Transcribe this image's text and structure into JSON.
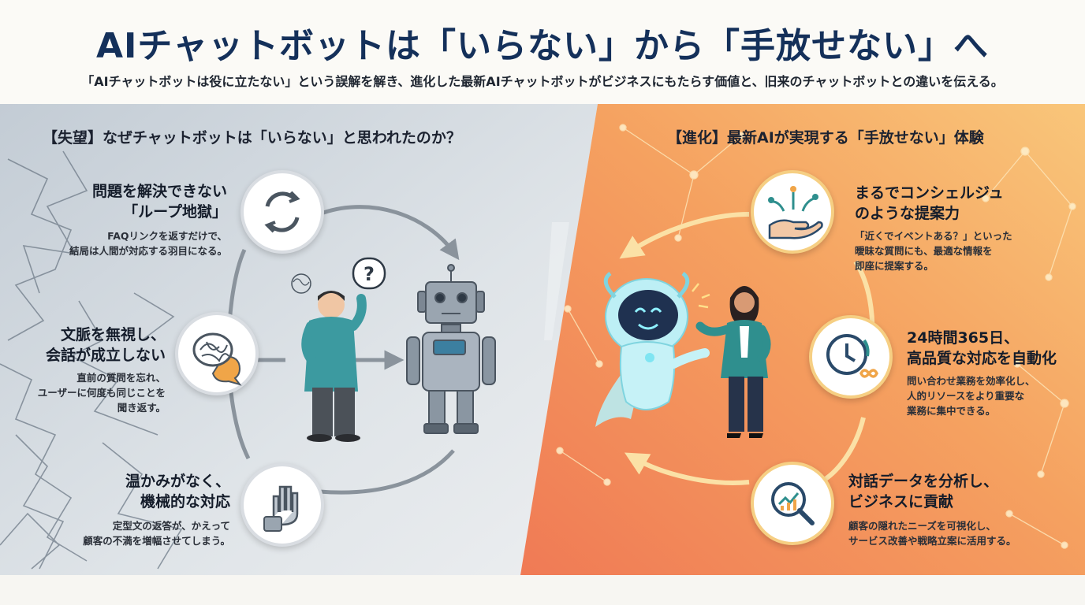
{
  "title": "AIチャットボットは「いらない」から「手放せない」へ",
  "subtitle": "「AIチャットボットは役に立たない」という誤解を解き、進化した最新AIチャットボットがビジネスにもたらす価値と、旧来のチャットボットとの違いを伝える。",
  "left": {
    "heading": "【失望】なぜチャットボットは「いらない」と思われたのか？",
    "items": [
      {
        "title_1": "問題を解決できない",
        "title_2": "「ループ地獄」",
        "desc_1": "FAQリンクを返すだけで、",
        "desc_2": "結局は人間が対応する羽目になる。",
        "desc_3": "",
        "icon": "loop-arrows-icon"
      },
      {
        "title_1": "文脈を無視し、",
        "title_2": "会話が成立しない",
        "desc_1": "直前の質問を忘れ、",
        "desc_2": "ユーザーに何度も同じことを",
        "desc_3": "聞き返す。",
        "icon": "tangled-speech-bubble-icon"
      },
      {
        "title_1": "温かみがなく、",
        "title_2": "機械的な対応",
        "desc_1": "定型文の返答が、かえって",
        "desc_2": "顧客の不満を増幅させてしまう。",
        "desc_3": "",
        "icon": "robot-hand-icon"
      }
    ]
  },
  "right": {
    "heading": "【進化】最新AIが実現する「手放せない」体験",
    "items": [
      {
        "title_1": "まるでコンシェルジュ",
        "title_2": "のような提案力",
        "desc_1": "「近くでイベントある？」といった",
        "desc_2": "曖昧な質問にも、最適な情報を",
        "desc_3": "即座に提案する。",
        "icon": "hand-offering-icon"
      },
      {
        "title_1": "24時間365日、",
        "title_2": "高品質な対応を自動化",
        "desc_1": "問い合わせ業務を効率化し、",
        "desc_2": "人的リソースをより重要な",
        "desc_3": "業務に集中できる。",
        "icon": "clock-infinity-icon"
      },
      {
        "title_1": "対話データを分析し、",
        "title_2": "ビジネスに貢献",
        "desc_1": "顧客の隠れたニーズを可視化し、",
        "desc_2": "サービス改善や戦略立案に活用する。",
        "desc_3": "",
        "icon": "magnifier-chart-icon"
      }
    ]
  },
  "colors": {
    "title": "#14305a",
    "left_panel": "#cfd6dd",
    "right_panel": "#f39a5a",
    "accent_warm": "#f6cf83"
  }
}
